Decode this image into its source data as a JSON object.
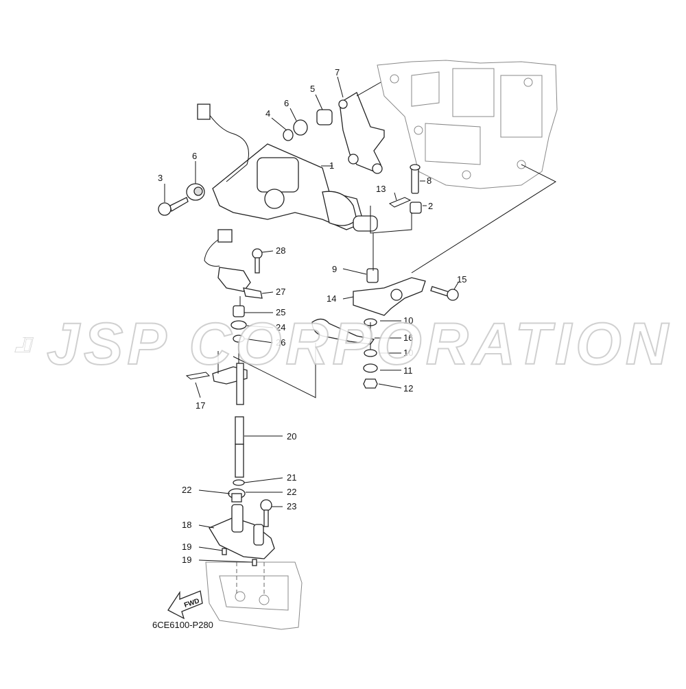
{
  "watermark": {
    "text": "JSP CORPORATION"
  },
  "diagram_code": "6CE6100-P280",
  "fwd_label": "FWD",
  "part_numbers": {
    "p1": "1",
    "p2": "2",
    "p3": "3",
    "p4": "4",
    "p5": "5",
    "p6a": "6",
    "p6b": "6",
    "p7": "7",
    "p8": "8",
    "p9": "9",
    "p10a": "10",
    "p10b": "10",
    "p11": "11",
    "p12": "12",
    "p13": "13",
    "p14": "14",
    "p15": "15",
    "p16": "16",
    "p17": "17",
    "p18": "18",
    "p19a": "19",
    "p19b": "19",
    "p20": "20",
    "p21": "21",
    "p22a": "22",
    "p22b": "22",
    "p23": "23",
    "p24": "24",
    "p25": "25",
    "p26": "26",
    "p27": "27",
    "p28": "28"
  }
}
